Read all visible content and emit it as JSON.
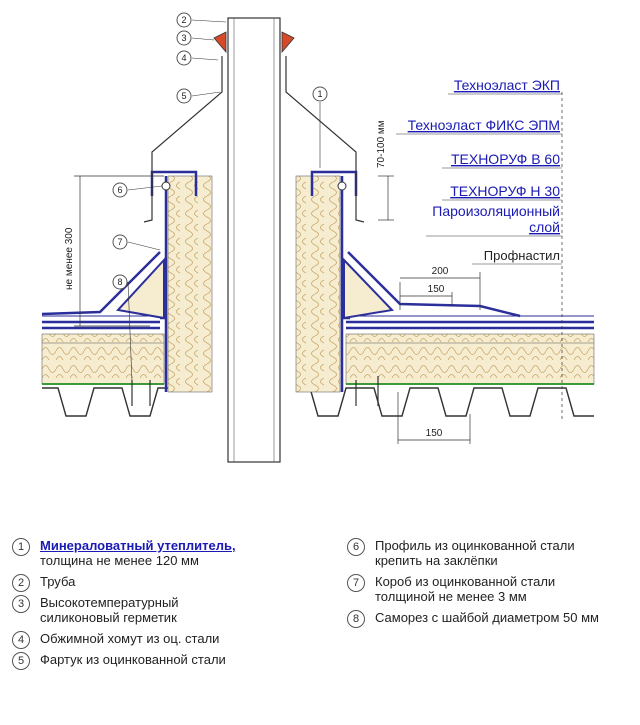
{
  "callouts": [
    "1",
    "2",
    "3",
    "4",
    "5",
    "6",
    "7",
    "8"
  ],
  "right_labels": {
    "ekp": "Техноэласт ЭКП",
    "fix": "Техноэласт ФИКС ЭПМ",
    "v60": "ТЕХНОРУФ В 60",
    "n30": "ТЕХНОРУФ Н 30",
    "vapor_1": "Пароизоляционный",
    "vapor_2": "слой",
    "deck": "Профнастил"
  },
  "dimensions": {
    "min300": "не менее 300",
    "h70_100": "70-100 мм",
    "d200": "200",
    "d150_top": "150",
    "d150_bottom": "150"
  },
  "legend": {
    "left": [
      {
        "n": "1",
        "line1": "Минераловатный утеплитель,",
        "line2": "толщина не менее 120 мм",
        "link": true
      },
      {
        "n": "2",
        "line1": "Труба",
        "line2": ""
      },
      {
        "n": "3",
        "line1": "Высокотемпературный",
        "line2": "силиконовый герметик"
      },
      {
        "n": "4",
        "line1": "Обжимной хомут из оц. стали",
        "line2": ""
      },
      {
        "n": "5",
        "line1": "Фартук из оцинкованной стали",
        "line2": ""
      }
    ],
    "right": [
      {
        "n": "6",
        "line1": "Профиль из оцинкованной стали",
        "line2": "крепить на заклёпки"
      },
      {
        "n": "7",
        "line1": "Короб из оцинкованной стали",
        "line2": "толщиной не менее 3 мм"
      },
      {
        "n": "8",
        "line1": "Саморез с шайбой диаметром 50 мм",
        "line2": ""
      }
    ]
  },
  "colors": {
    "membrane": "#2b2f9a",
    "insulation": "#f3e7c4",
    "vapor": "#3c9a3c",
    "label_blue": "#1a1ab4"
  }
}
